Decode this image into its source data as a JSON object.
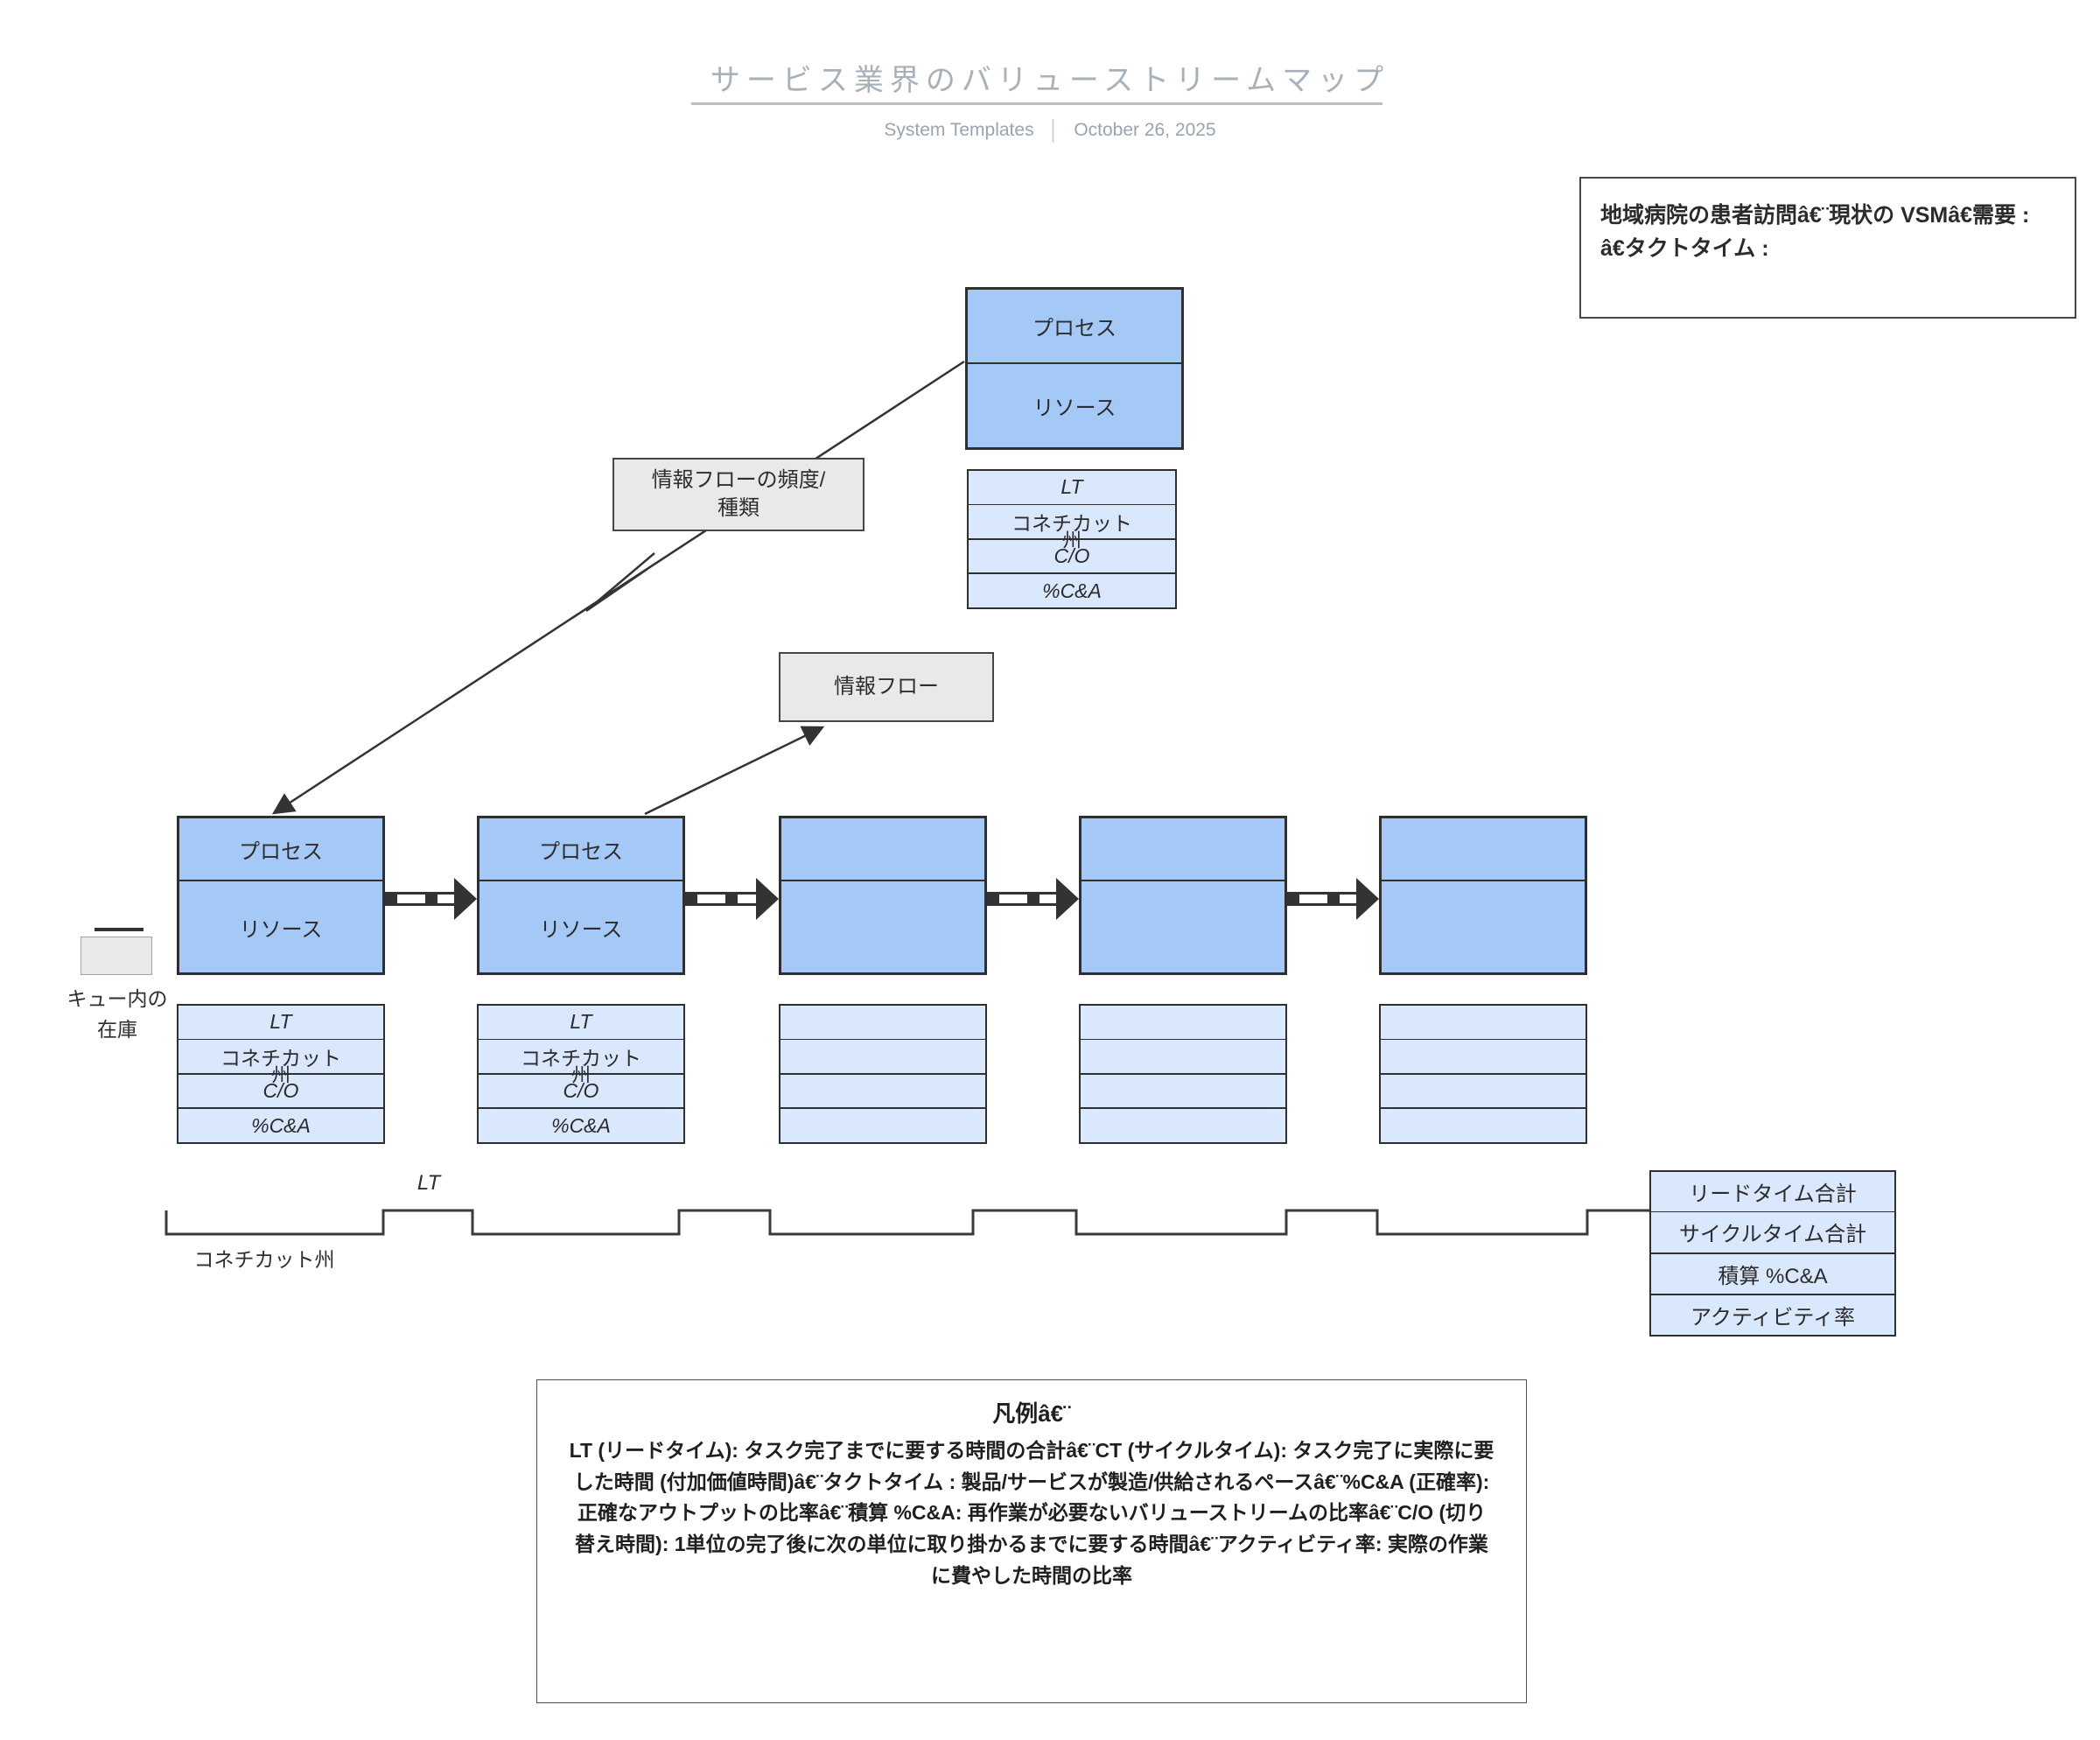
{
  "header": {
    "title": "サービス業界のバリューストリームマップ",
    "subtitle_left": "System Templates",
    "subtitle_divider": "│",
    "subtitle_right": "October 26, 2025"
  },
  "note_box": {
    "text": "地域病院の患者訪問â€¨現状の VSMâ€需要 : â€タクトタイム :"
  },
  "info_frequency_box": {
    "line1": "情報フローの頻度/",
    "line2": "種類"
  },
  "info_flow_box": {
    "label": "情報フロー"
  },
  "queue_inventory": {
    "line1": "キュー内の",
    "line2": "在庫"
  },
  "top_station": {
    "process": "プロセス",
    "resource": "リソース",
    "metrics": {
      "lt": "LT",
      "row2": "コネチカット",
      "co": "C/O",
      "co_overlay": "州",
      "pca": "%C&A"
    }
  },
  "stations": [
    {
      "process": "プロセス",
      "resource": "リソース",
      "metrics": {
        "lt": "LT",
        "row2": "コネチカット",
        "co": "C/O",
        "co_overlay": "州",
        "pca": "%C&A"
      }
    },
    {
      "process": "プロセス",
      "resource": "リソース",
      "metrics": {
        "lt": "LT",
        "row2": "コネチカット",
        "co": "C/O",
        "co_overlay": "州",
        "pca": "%C&A"
      }
    },
    {
      "process": "",
      "resource": "",
      "metrics": {
        "lt": "",
        "row2": "",
        "co": "",
        "co_overlay": "",
        "pca": ""
      }
    },
    {
      "process": "",
      "resource": "",
      "metrics": {
        "lt": "",
        "row2": "",
        "co": "",
        "co_overlay": "",
        "pca": ""
      }
    },
    {
      "process": "",
      "resource": "",
      "metrics": {
        "lt": "",
        "row2": "",
        "co": "",
        "co_overlay": "",
        "pca": ""
      }
    }
  ],
  "timeline": {
    "lt_label": "LT",
    "state_label": "コネチカット州"
  },
  "summary": {
    "rows": [
      "リードタイム合計",
      "サイクルタイム合計",
      "積算 %C&A",
      "アクティビティ率"
    ]
  },
  "legend": {
    "title": "凡例â€¨",
    "body": "LT (リードタイム): タスク完了までに要する時間の合計â€¨CT (サイクルタイム): タスク完了に実際に要した時間 (付加価値時間)â€¨タクトタイム : 製品/サービスが製造/供給されるペースâ€¨%C&A (正確率): 正確なアウトプットの比率â€¨積算 %C&A: 再作業が必要ないバリューストリームの比率â€¨C/O (切り替え時間): 1単位の完了後に次の単位に取り掛かるまでに要する時間â€¨アクティビティ率: 実際の作業に費やした時間の比率"
  },
  "colors": {
    "process_fill": "#a5c9f7",
    "metrics_fill": "#d9e8fc",
    "gray_fill": "#e9e9e9",
    "connector": "#333333",
    "title_gray": "#a8b0ba"
  }
}
